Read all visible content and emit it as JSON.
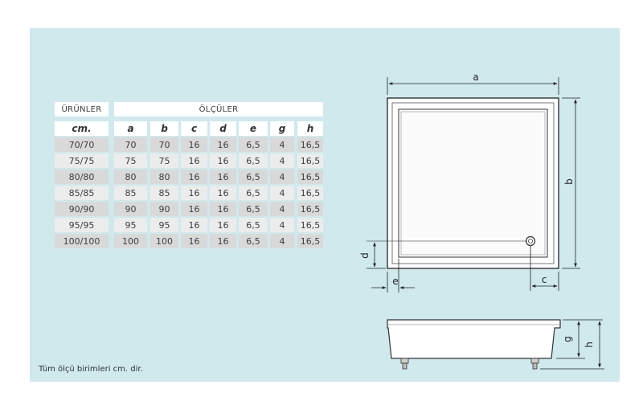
{
  "table": {
    "header_left": "ÜRÜNLER",
    "header_right": "ÖLÇÜLER",
    "subheaders": [
      "cm.",
      "a",
      "b",
      "c",
      "d",
      "e",
      "g",
      "h"
    ],
    "rows": [
      [
        "70/70",
        "70",
        "70",
        "16",
        "16",
        "6,5",
        "4",
        "16,5"
      ],
      [
        "75/75",
        "75",
        "75",
        "16",
        "16",
        "6,5",
        "4",
        "16,5"
      ],
      [
        "80/80",
        "80",
        "80",
        "16",
        "16",
        "6,5",
        "4",
        "16,5"
      ],
      [
        "85/85",
        "85",
        "85",
        "16",
        "16",
        "6,5",
        "4",
        "16,5"
      ],
      [
        "90/90",
        "90",
        "90",
        "16",
        "16",
        "6,5",
        "4",
        "16,5"
      ],
      [
        "95/95",
        "95",
        "95",
        "16",
        "16",
        "6,5",
        "4",
        "16,5"
      ],
      [
        "100/100",
        "100",
        "100",
        "16",
        "16",
        "6,5",
        "4",
        "16,5"
      ]
    ]
  },
  "note": "Tüm ölçü birimleri cm. dir.",
  "diagram": {
    "labels": {
      "a": "a",
      "b": "b",
      "c": "c",
      "d": "d",
      "e": "e",
      "g": "g",
      "h": "h"
    }
  },
  "colors": {
    "panel": "#cfe9ed",
    "shade_row": "#d9d9d9",
    "light_row": "#ececec"
  }
}
